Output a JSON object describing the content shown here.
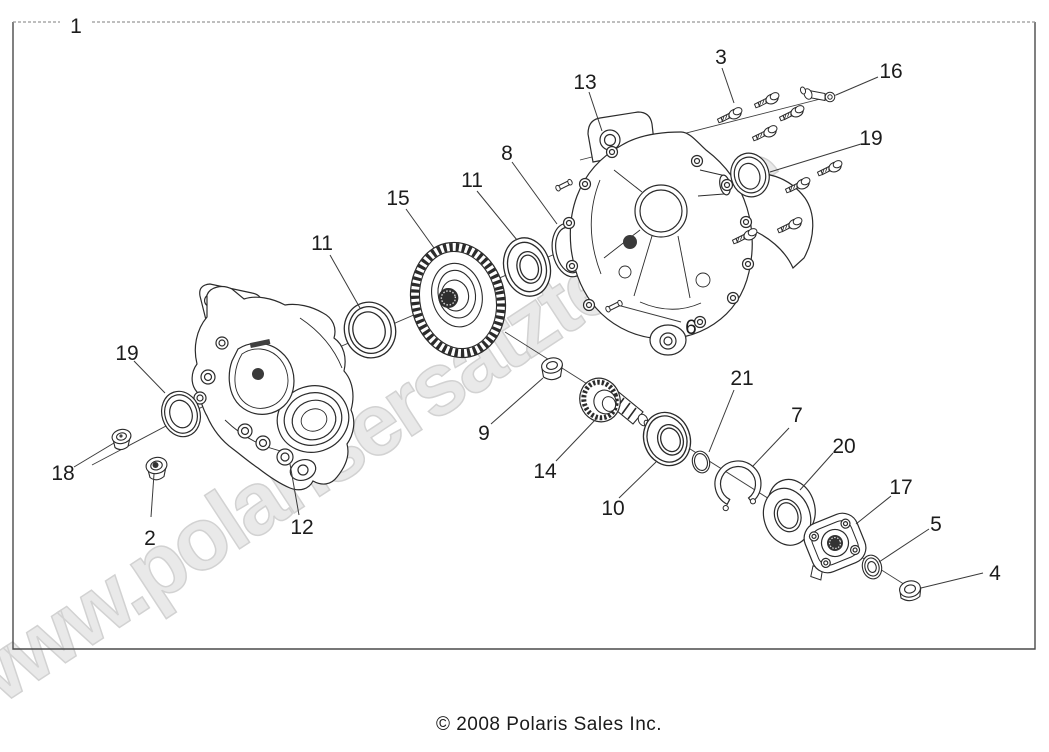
{
  "page": {
    "background": "#ffffff",
    "line_color": "#2b2b2b"
  },
  "watermark": {
    "text": "www.polarisersatzteile.de",
    "fill": "#e9e9e9",
    "stroke": "#d2d2d2"
  },
  "footer": {
    "copyright": "© 2008 Polaris Sales Inc."
  },
  "callouts": {
    "c1": "1",
    "c2": "2",
    "c3": "3",
    "c4": "4",
    "c5": "5",
    "c6": "6",
    "c7": "7",
    "c8": "8",
    "c9": "9",
    "c10": "10",
    "c11": "11",
    "c12": "12",
    "c13": "13",
    "c14": "14",
    "c15": "15",
    "c16": "16",
    "c17": "17",
    "c18": "18",
    "c19": "19",
    "c20": "20",
    "c21": "21"
  }
}
